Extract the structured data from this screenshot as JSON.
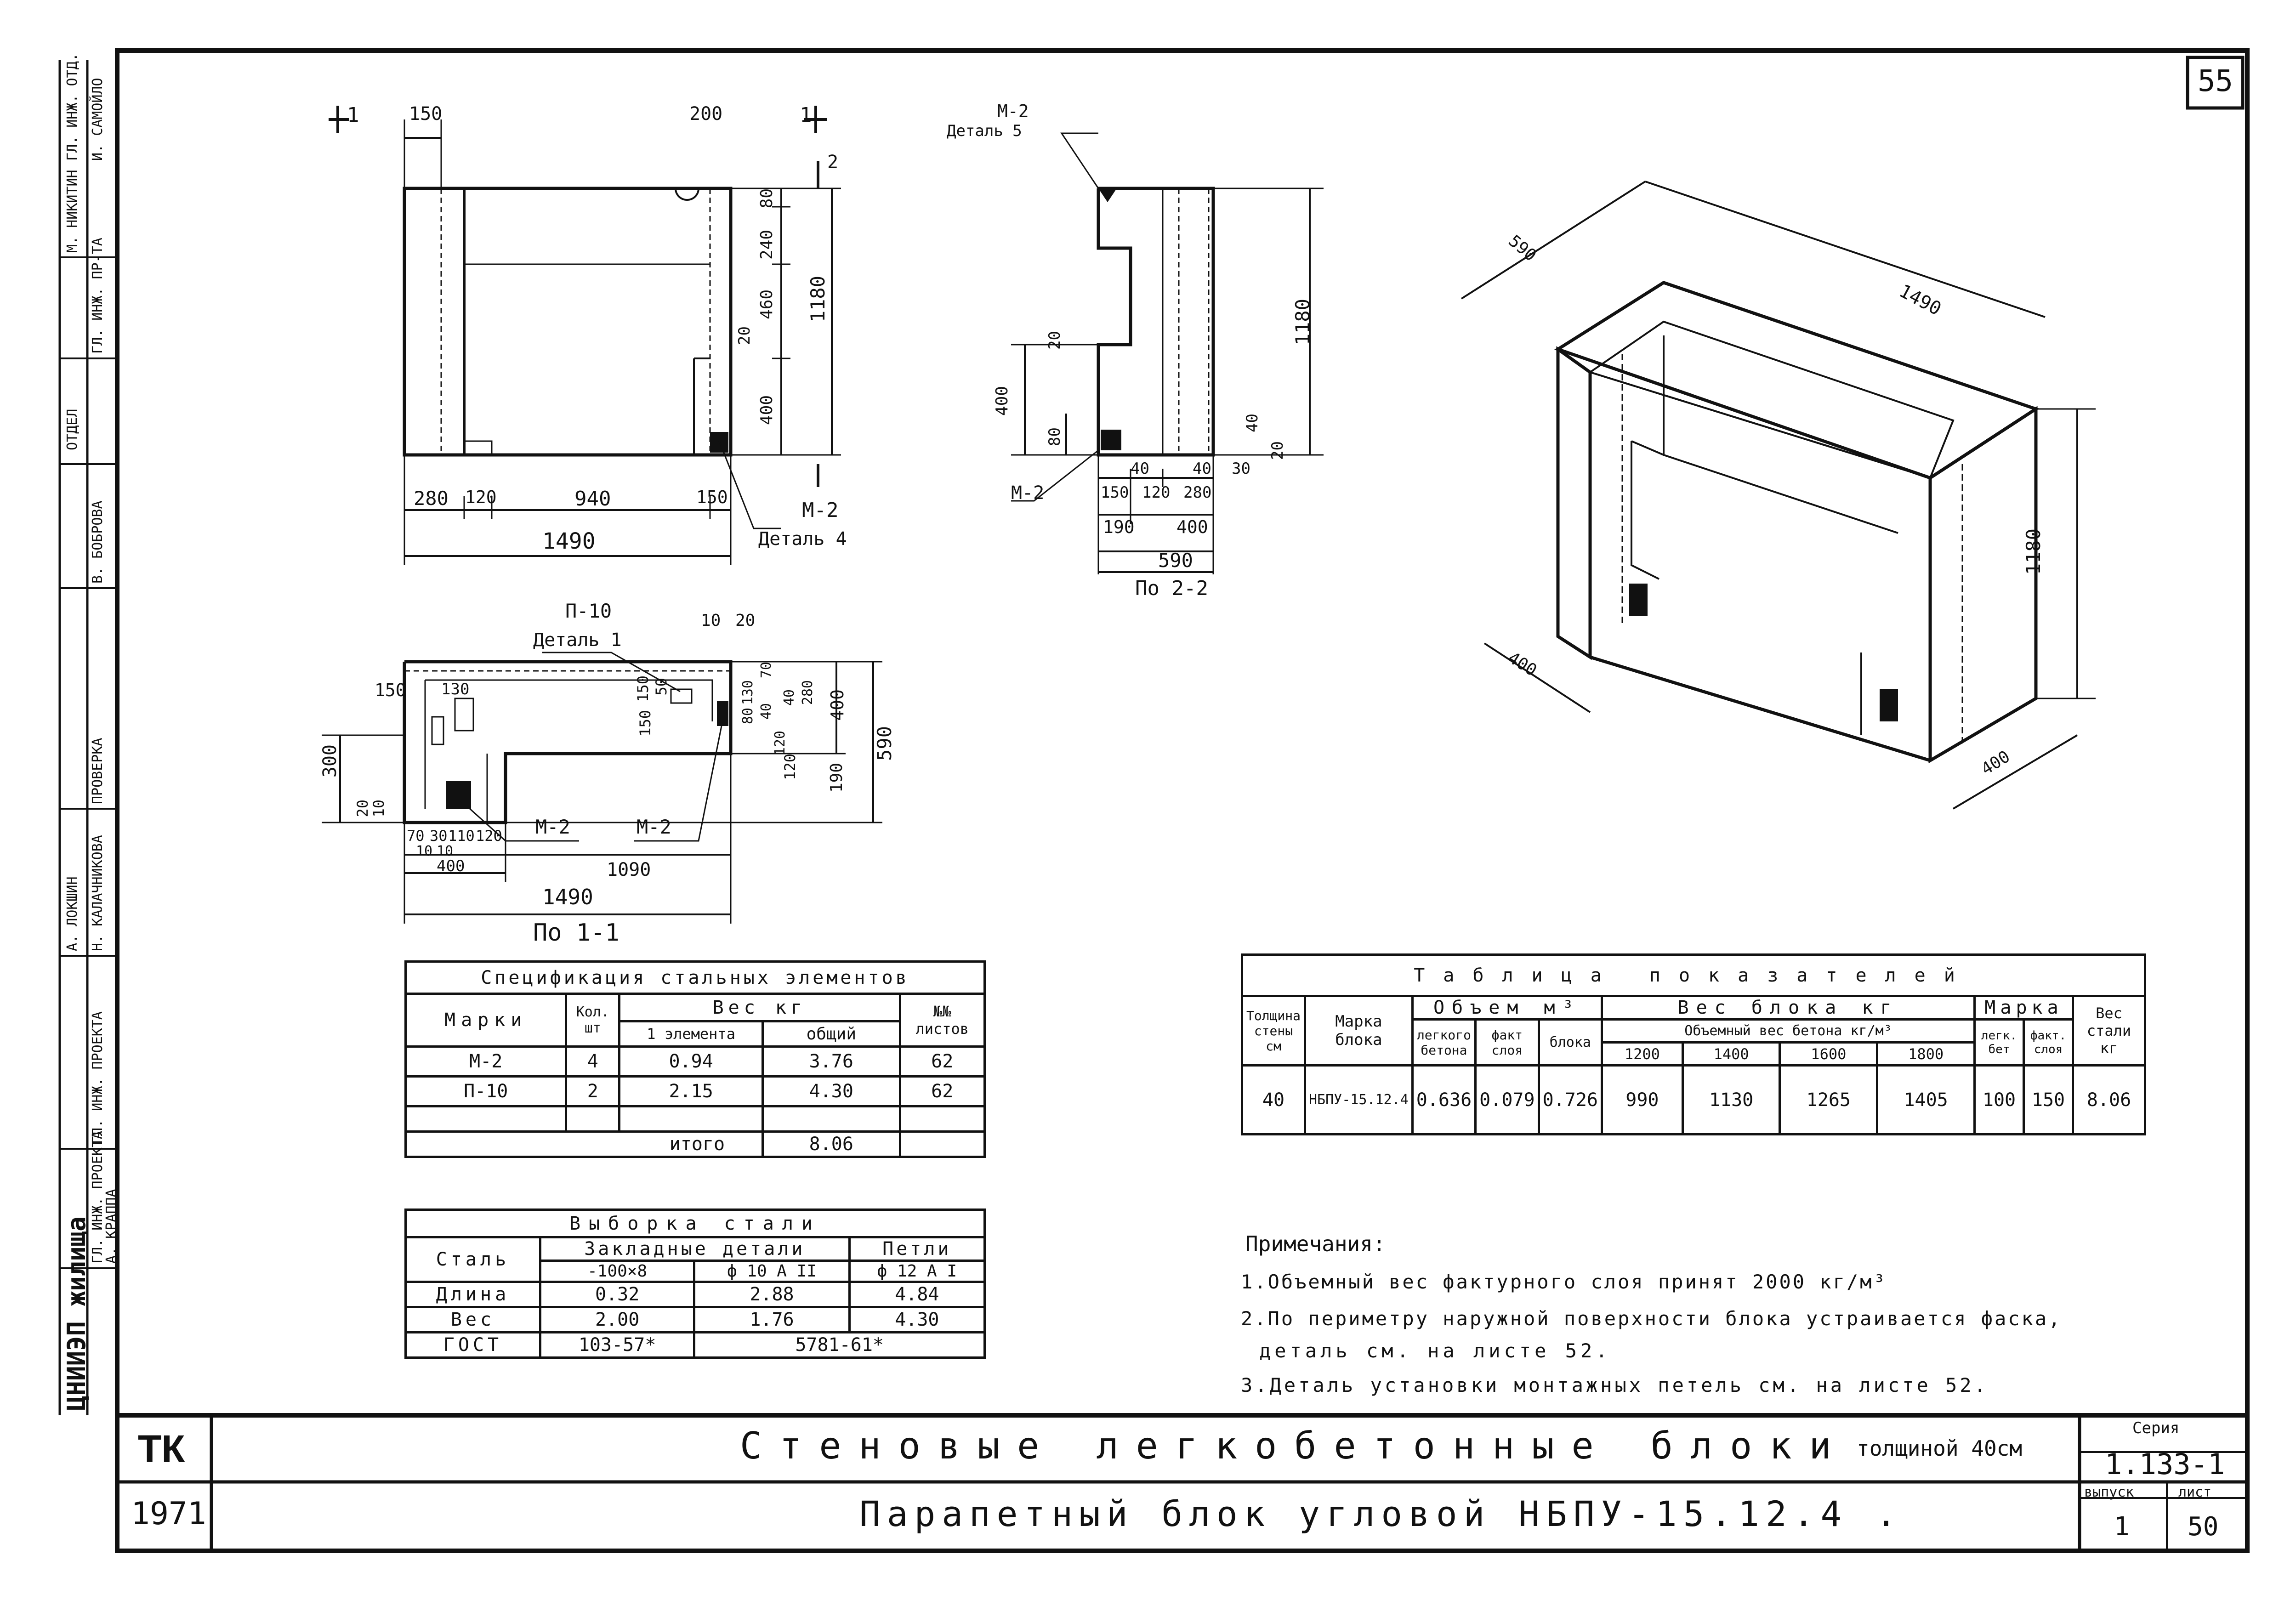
{
  "sheet_number": "55",
  "stamp": {
    "org_vertical": "ЦНИИЭП жилища",
    "left_column": [
      {
        "role": "ГЛ. ИНЖ. ПРОЕКТА",
        "name": "А. КРАППА"
      },
      {
        "role": "ГЛ. ИНЖ. ПРОЕКТА",
        "name": "А. ЛОКШИН"
      },
      {
        "role": "ПРОВЕРКА",
        "name": "В. БОБРОВА"
      },
      {
        "role": "ГЛ. ИНЖ. ПР-ТА",
        "name": "Н. КАЛАЧНИКОВА"
      },
      {
        "role": "ГЛ. ИНЖ. ОТД.",
        "name": "И. САМОЙЛО"
      },
      {
        "role": "ОТДЕЛ",
        "name": "М. НИКИТИН"
      }
    ],
    "code": "ТК",
    "year": "1971"
  },
  "title_block": {
    "line1": "Стеновые легкобетонные блоки",
    "line1_suffix": "толщиной 40см",
    "line2": "Парапетный блок угловой НБПУ-15.12.4 .",
    "series_label": "Серия",
    "series_value": "1.133-1",
    "issue_label": "выпуск",
    "issue_value": "1",
    "sheet_label": "лист",
    "sheet_value": "50"
  },
  "elevation": {
    "section_mark_left": "1",
    "section_mark_right": "1",
    "section_mark_side": "2",
    "dims_top": [
      "150",
      "200"
    ],
    "dims_bottom": [
      "280",
      "120",
      "940",
      "150"
    ],
    "total": "1490",
    "dims_right": [
      "80",
      "240",
      "460",
      "400",
      "20"
    ],
    "height": "1180",
    "callout_mark": "М-2",
    "callout_detail": "Деталь 4"
  },
  "section22": {
    "callout_mark": "М-2",
    "callout_detail": "Деталь 5",
    "dims_left": [
      "20",
      "400",
      "80"
    ],
    "callout_bottom": "М-2",
    "dims_bottom_row1": [
      "150",
      "40",
      "120",
      "40",
      "280",
      "30"
    ],
    "dims_bottom_row2": [
      "190",
      "400"
    ],
    "total": "590",
    "dims_right": [
      "40",
      "20"
    ],
    "height": "1180",
    "caption": "По 2-2"
  },
  "plan": {
    "callout_p10": "П-10",
    "callout_detail": "Деталь 1",
    "dims_top": [
      "10",
      "20"
    ],
    "dims_inner": [
      "130",
      "150",
      "150",
      "50",
      "70",
      "130",
      "120",
      "80",
      "40",
      "40",
      "280"
    ],
    "dims_left": [
      "150",
      "300",
      "20",
      "10"
    ],
    "dims_bottom_row1": [
      "70",
      "30",
      "110",
      "120",
      "1090"
    ],
    "dims_bottom_row2": [
      "10",
      "10",
      "400"
    ],
    "callout_m2_left": "М-2",
    "callout_m2_right": "М-2",
    "dims_right": [
      "400",
      "590",
      "190",
      "120"
    ],
    "total": "1490",
    "caption": "По 1-1"
  },
  "iso": {
    "dim_top_left": "590",
    "dim_top": "1490",
    "dim_height": "1180",
    "dim_bottom_left": "400",
    "dim_bottom_right": "400"
  },
  "spec_table": {
    "title": "Спецификация стальных элементов",
    "h_mark": "Марки",
    "h_qty": "Кол. шт",
    "h_weight": "Вес кг",
    "h_weight_one": "1 элемента",
    "h_weight_total": "общий",
    "h_sheets": "№№ листов",
    "rows": [
      {
        "mark": "М-2",
        "qty": "4",
        "one": "0.94",
        "total": "3.76",
        "sheet": "62"
      },
      {
        "mark": "П-10",
        "qty": "2",
        "one": "2.15",
        "total": "4.30",
        "sheet": "62"
      }
    ],
    "total_label": "итого",
    "total_value": "8.06"
  },
  "steel_table": {
    "title": "Выборка стали",
    "h_steel": "Сталь",
    "h_embedded": "Закладные детали",
    "h_loops": "Петли",
    "sub": [
      "-100×8",
      "ф 10 А II",
      "ф 12 А I"
    ],
    "rows": [
      {
        "label": "Длина",
        "v": [
          "0.32",
          "2.88",
          "4.84"
        ]
      },
      {
        "label": "Вес",
        "v": [
          "2.00",
          "1.76",
          "4.30"
        ]
      }
    ],
    "gost_label": "ГОСТ",
    "gost": [
      "103-57*",
      "5781-61*"
    ]
  },
  "indicators_table": {
    "title": "Таблица показателей",
    "h_thickness": "Толщина стены см",
    "h_mark": "Марка блока",
    "h_volume": "Объем м³",
    "h_vol_light": "легкого бетона",
    "h_vol_fact": "факт слоя",
    "h_vol_block": "блока",
    "h_weight": "Вес блока кг",
    "h_weight_sub": "Объемный вес бетона кг/м³",
    "h_densities": [
      "1200",
      "1400",
      "1600",
      "1800"
    ],
    "h_marka": "Марка",
    "h_marka_light": "легк. бет",
    "h_marka_fact": "факт. слоя",
    "h_steel": "Вес стали кг",
    "row": [
      "40",
      "НБПУ-15.12.4",
      "0.636",
      "0.079",
      "0.726",
      "990",
      "1130",
      "1265",
      "1405",
      "100",
      "150",
      "8.06"
    ]
  },
  "notes": {
    "title": "Примечания:",
    "items": [
      "1.Объемный вес фактурного слоя принят 2000 кг/м³",
      "2.По периметру наружной поверхности блока устраивается фаска,",
      "деталь см. на листе 52.",
      "3.Деталь установки монтажных петель см. на листе 52."
    ]
  }
}
